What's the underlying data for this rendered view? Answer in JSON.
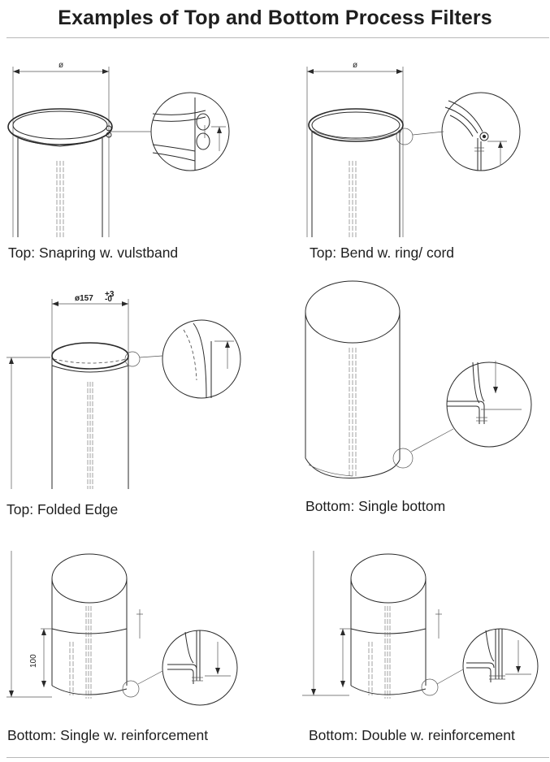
{
  "page": {
    "title": "Examples of Top and Bottom Process Filters"
  },
  "figures": [
    {
      "caption": "Top: Snapring w. vulstband",
      "dimension_label": "ø"
    },
    {
      "caption": "Top: Bend w. ring/ cord",
      "dimension_label": "ø"
    },
    {
      "caption": "Top: Folded Edge",
      "dimension_label": "ø157",
      "tolerance_top": "+3",
      "tolerance_bottom": "-0"
    },
    {
      "caption": "Bottom: Single bottom"
    },
    {
      "caption": "Bottom: Single w. reinforcement",
      "dimension_label": "100"
    },
    {
      "caption": "Bottom: Double w. reinforcement"
    }
  ]
}
